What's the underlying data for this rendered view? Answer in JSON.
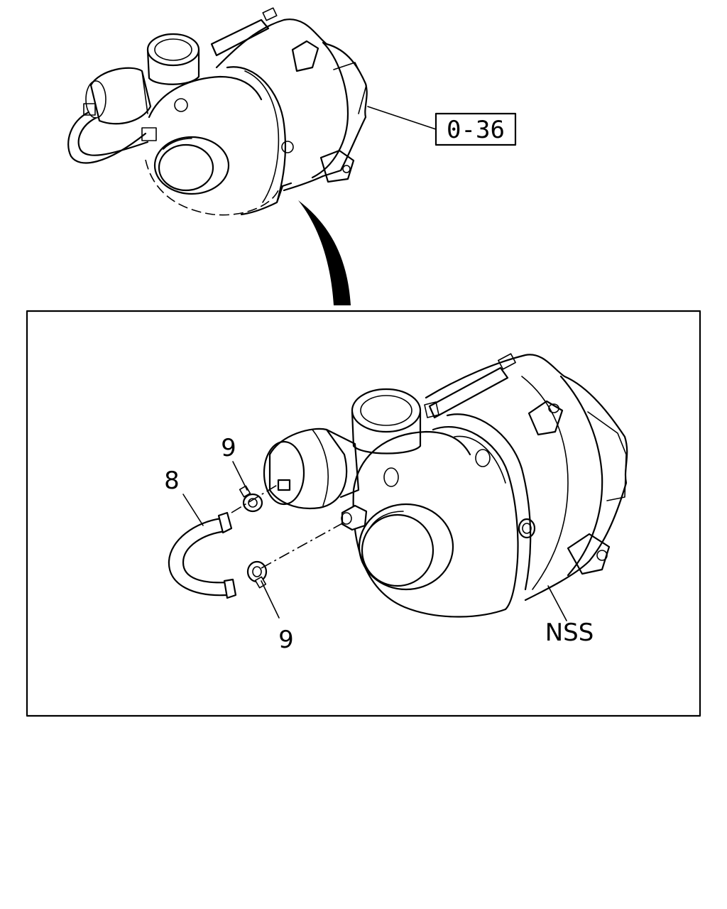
{
  "reference": {
    "label": "0-36"
  },
  "callouts": [
    {
      "id": "hose",
      "label": "8"
    },
    {
      "id": "clip-upper",
      "label": "9"
    },
    {
      "id": "clip-lower",
      "label": "9"
    },
    {
      "id": "assembly",
      "label": "NSS"
    }
  ]
}
